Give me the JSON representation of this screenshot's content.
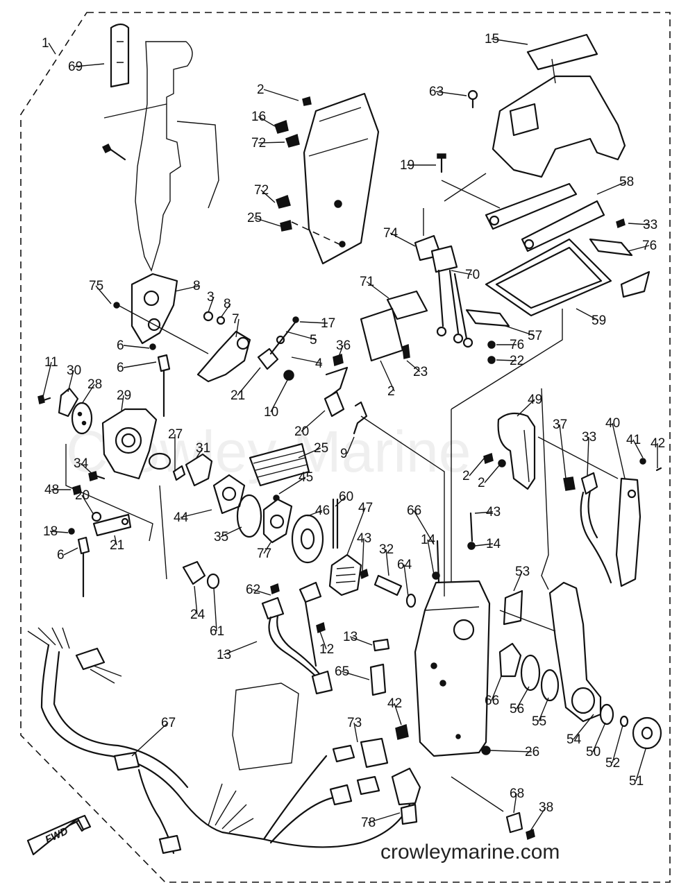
{
  "watermark": "Crowley Marine",
  "site_url": "crowleymarine.com",
  "fwd_label": "FWD",
  "callouts": [
    "1",
    "69",
    "2",
    "16",
    "72",
    "72",
    "25",
    "15",
    "63",
    "19",
    "58",
    "33",
    "74",
    "71",
    "70",
    "76",
    "59",
    "57",
    "76",
    "22",
    "23",
    "2",
    "75",
    "8",
    "3",
    "8",
    "7",
    "17",
    "5",
    "6",
    "4",
    "6",
    "21",
    "10",
    "36",
    "20",
    "9",
    "11",
    "30",
    "28",
    "29",
    "27",
    "31",
    "34",
    "25",
    "45",
    "44",
    "35",
    "77",
    "46",
    "60",
    "47",
    "48",
    "20",
    "18",
    "6",
    "21",
    "24",
    "61",
    "62",
    "13",
    "12",
    "13",
    "65",
    "66",
    "14",
    "43",
    "14",
    "43",
    "32",
    "64",
    "53",
    "66",
    "56",
    "55",
    "54",
    "50",
    "52",
    "51",
    "49",
    "37",
    "33",
    "40",
    "41",
    "42",
    "2",
    "2",
    "42",
    "26",
    "73",
    "78",
    "67",
    "68",
    "38",
    "2"
  ]
}
